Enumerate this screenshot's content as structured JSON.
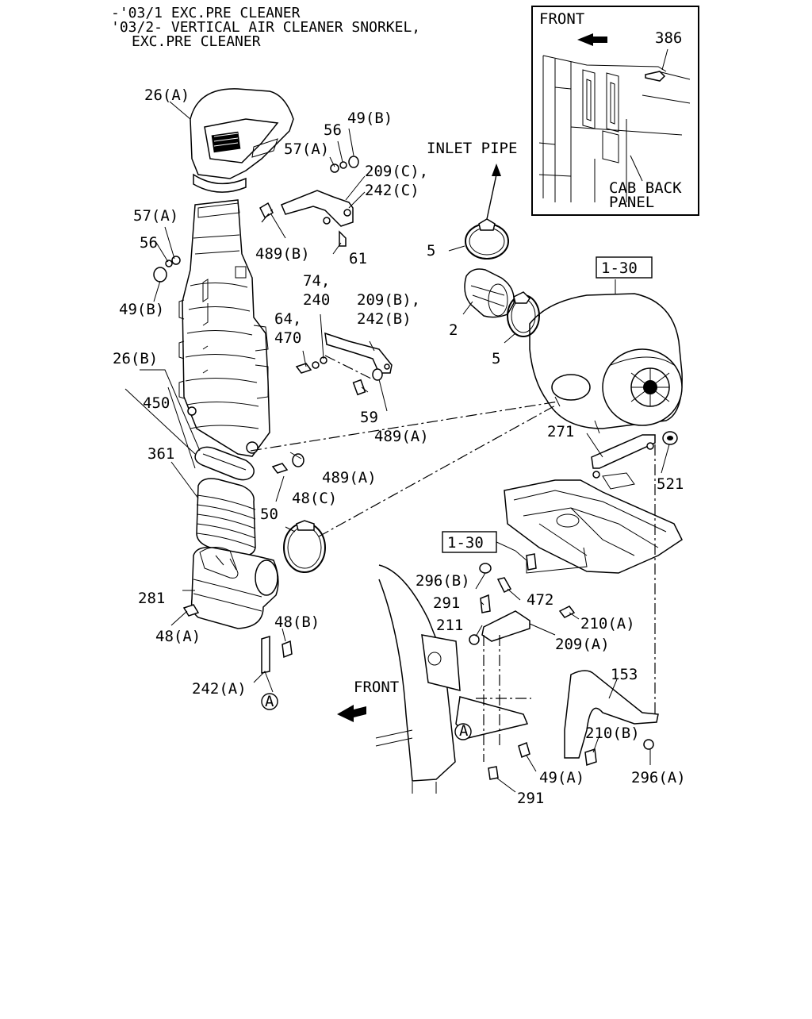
{
  "header": {
    "lines": [
      "-'03/1 EXC.PRE CLEANER",
      "'03/2- VERTICAL AIR CLEANER SNORKEL,",
      "EXC.PRE CLEANER"
    ]
  },
  "inset": {
    "front_label": "FRONT",
    "part_386": "386",
    "cab_back_panel_1": "CAB BACK",
    "cab_back_panel_2": "PANEL"
  },
  "labels": {
    "p26a": "26(A)",
    "p49b_top": "49(B)",
    "p56_top": "56",
    "p57a_top": "57(A)",
    "p209c": "209(C),",
    "p242c": "242(C)",
    "p57a_left": "57(A)",
    "p56_left": "56",
    "p489b": "489(B)",
    "p61": "61",
    "p49b_left": "49(B)",
    "p74": "74,",
    "p240": "240",
    "p209b": "209(B),",
    "p242b": "242(B)",
    "p64": "64,",
    "p470": "470",
    "p26b": "26(B)",
    "p450": "450",
    "p59": "59",
    "p489a_1": "489(A)",
    "p361": "361",
    "p489a_2": "489(A)",
    "p48c": "48(C)",
    "p50": "50",
    "p281": "281",
    "p48a": "48(A)",
    "p48b": "48(B)",
    "p242a": "242(A)",
    "circle_a1": "A",
    "inlet_pipe": "INLET PIPE",
    "p5_top": "5",
    "p2": "2",
    "p5_bot": "5",
    "ref_130_top": "1-30",
    "p271": "271",
    "p521": "521",
    "ref_130_mid": "1-30",
    "p296b": "296(B)",
    "p291_top": "291",
    "p472": "472",
    "p211": "211",
    "p210a": "210(A)",
    "p209a": "209(A)",
    "front_main": "FRONT",
    "p153": "153",
    "circle_a2": "A",
    "p210b": "210(B)",
    "p49a": "49(A)",
    "p296a": "296(A)",
    "p291_bot": "291"
  }
}
